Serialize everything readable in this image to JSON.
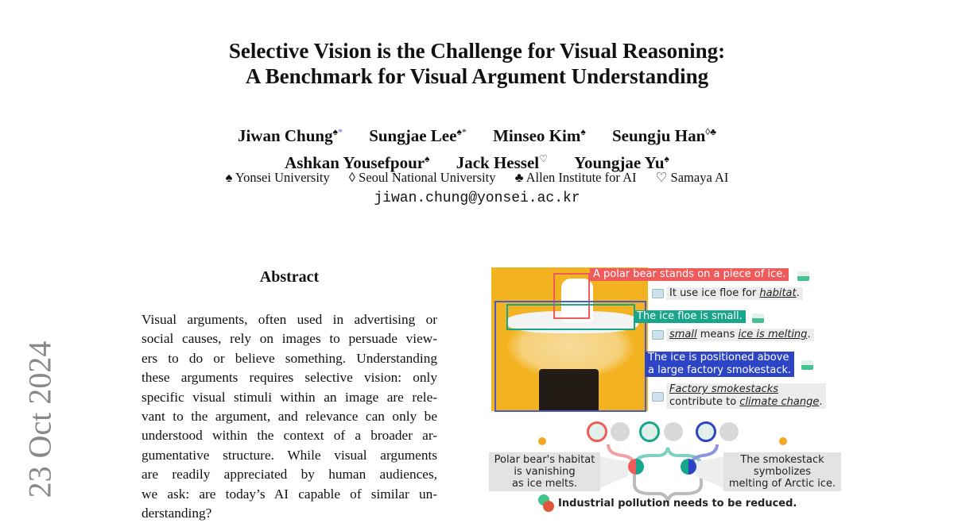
{
  "title": {
    "line1": "Selective Vision is the Challenge for Visual Reasoning:",
    "line2": "A Benchmark for Visual Argument Understanding"
  },
  "authors": [
    {
      "name": "Jiwan Chung",
      "mark": "♠",
      "star": "*"
    },
    {
      "name": "Sungjae Lee",
      "mark": "♠",
      "star": "*"
    },
    {
      "name": "Minseo Kim",
      "mark": "♠",
      "star": ""
    },
    {
      "name": "Seungju Han",
      "mark": "◊♣",
      "star": ""
    },
    {
      "name": "Ashkan Yousefpour",
      "mark": "♠",
      "star": ""
    },
    {
      "name": "Jack Hessel",
      "mark": "♡",
      "star": ""
    },
    {
      "name": "Youngjae Yu",
      "mark": "♠",
      "star": ""
    }
  ],
  "affiliations": [
    "♠ Yonsei University",
    "◊ Seoul National University",
    "♣ Allen Institute for AI",
    "♡ Samaya AI"
  ],
  "email": "jiwan.chung@yonsei.ac.kr",
  "arxiv_stamp": "23 Oct 2024",
  "abstract": {
    "heading": "Abstract",
    "lines": [
      "Visual arguments, often used in advertising or",
      "social causes, rely on images to persuade view-",
      "ers to do or believe something. Understanding",
      "these arguments requires selective vision: only",
      "specific visual stimuli within an image are rele-",
      "vant to the argument, and relevance can only be",
      "understood within the context of a broader ar-",
      "gumentative structure. While visual arguments",
      "are readily appreciated by human audiences,",
      "we ask: are today’s AI capable of similar un-",
      "derstanding?"
    ]
  },
  "figure": {
    "colors": {
      "red": "#ef5b5b",
      "teal": "#17a58c",
      "blue": "#2d44c4"
    },
    "obs1": "A polar bear stands on a piece of ice.",
    "note1": {
      "pre": "It use ice floe for ",
      "em": "habitat",
      "post": "."
    },
    "obs2": "The ice floe is small.",
    "note2": {
      "em1": "small",
      "mid": " means ",
      "em2": "ice is melting",
      "post": "."
    },
    "obs3": {
      "line1": "The ice is positioned above",
      "line2": "a large factory smokestack."
    },
    "note3": {
      "em1": "Factory smokestacks",
      "mid": "contribute to ",
      "em2": "climate change",
      "post": "."
    },
    "left_conclusion": [
      "Polar bear's habitat",
      "is vanishing",
      "as ice melts."
    ],
    "right_conclusion": [
      "The smokestack",
      "symbolizes",
      "melting of Arctic ice."
    ],
    "final": "Industrial pollution needs to be reduced."
  }
}
